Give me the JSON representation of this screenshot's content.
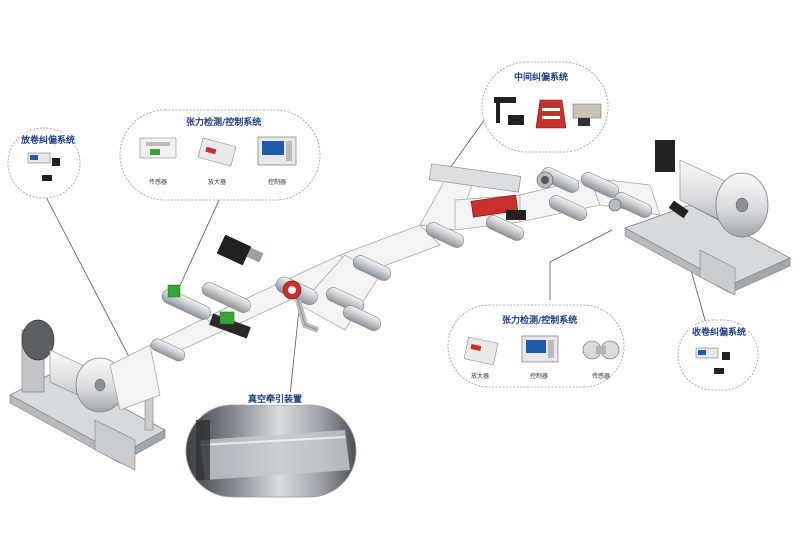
{
  "callouts": {
    "unwind_edge": {
      "title": "放卷纠偏系统"
    },
    "tension_left": {
      "title": "张力检测/控制系统",
      "devices": [
        {
          "label": "传感器",
          "icon": "load-sensor-icon"
        },
        {
          "label": "放大器",
          "icon": "amplifier-icon"
        },
        {
          "label": "控制器",
          "icon": "controller-icon"
        }
      ]
    },
    "middle_edge": {
      "title": "中间纠偏系统"
    },
    "tension_right": {
      "title": "张力检测/控制系统",
      "devices": [
        {
          "label": "放大器",
          "icon": "amplifier-icon"
        },
        {
          "label": "控制器",
          "icon": "controller-icon"
        },
        {
          "label": "传感器",
          "icon": "load-sensor-icon"
        }
      ]
    },
    "rewind_edge": {
      "title": "收卷纠偏系统"
    },
    "vacuum": {
      "title": "真空牵引装置"
    }
  },
  "colors": {
    "title_text": "#1e3d82",
    "callout_border": "#9a9a9a",
    "leader_line": "#555555",
    "roll_metal": "#c8ccd0",
    "web": "#f4f4f4",
    "accent_red": "#c9302c",
    "accent_green": "#3aa335",
    "frame": "#d7dadd"
  }
}
